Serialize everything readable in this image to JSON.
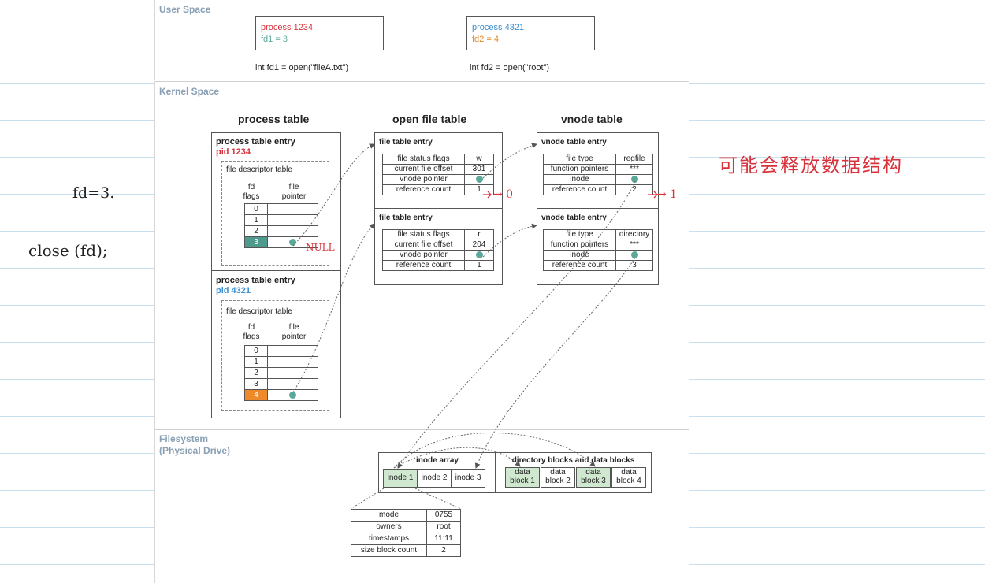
{
  "sections": {
    "user_space": "User Space",
    "kernel_space": "Kernel Space",
    "filesystem_line1": "Filesystem",
    "filesystem_line2": "(Physical Drive)"
  },
  "user_space": {
    "process_a": {
      "name": "process 1234",
      "fd": "fd1 = 3",
      "call": "int fd1 = open(\"fileA.txt\")"
    },
    "process_b": {
      "name": "process 4321",
      "fd": "fd2 = 4",
      "call": "int fd2 = open(\"root\")"
    }
  },
  "kernel": {
    "process_table_title": "process table",
    "open_file_table_title": "open file table",
    "vnode_table_title": "vnode table",
    "process_entries": [
      {
        "title": "process table entry",
        "pid": "pid 1234",
        "fdt_title": "file descriptor table",
        "col1": "fd",
        "col1b": "flags",
        "col2": "file",
        "col2b": "pointer",
        "rows": [
          "0",
          "1",
          "2",
          "3"
        ],
        "highlight": "3"
      },
      {
        "title": "process table entry",
        "pid": "pid 4321",
        "fdt_title": "file descriptor table",
        "col1": "fd",
        "col1b": "flags",
        "col2": "file",
        "col2b": "pointer",
        "rows": [
          "0",
          "1",
          "2",
          "3",
          "4"
        ],
        "highlight": "4"
      }
    ],
    "file_entries": [
      {
        "title": "file table entry",
        "rows": [
          [
            "file status flags",
            "w"
          ],
          [
            "current file offset",
            "301"
          ],
          [
            "vnode pointer",
            ""
          ],
          [
            "reference count",
            "1"
          ]
        ]
      },
      {
        "title": "file table entry",
        "rows": [
          [
            "file status flags",
            "r"
          ],
          [
            "current file offset",
            "204"
          ],
          [
            "vnode pointer",
            ""
          ],
          [
            "reference count",
            "1"
          ]
        ]
      }
    ],
    "vnode_entries": [
      {
        "title": "vnode table entry",
        "rows": [
          [
            "file type",
            "regfile"
          ],
          [
            "function pointers",
            "***"
          ],
          [
            "inode",
            ""
          ],
          [
            "reference count",
            "2"
          ]
        ]
      },
      {
        "title": "vnode table entry",
        "rows": [
          [
            "file type",
            "directory"
          ],
          [
            "function pointers",
            "***"
          ],
          [
            "inode",
            ""
          ],
          [
            "reference count",
            "3"
          ]
        ]
      }
    ]
  },
  "filesystem": {
    "inode_array_title": "inode array",
    "inodes": [
      "inode 1",
      "inode 2",
      "inode 3"
    ],
    "blocks_title": "directory blocks and data blocks",
    "blocks": [
      [
        "data",
        "block 1"
      ],
      [
        "data",
        "block 2"
      ],
      [
        "data",
        "block 3"
      ],
      [
        "data",
        "block 4"
      ]
    ],
    "inode_detail": [
      [
        "mode",
        "0755"
      ],
      [
        "owners",
        "root"
      ],
      [
        "timestamps",
        "11:11"
      ],
      [
        "size block count",
        "2"
      ]
    ]
  },
  "annotations": {
    "fd_note": "fd=3.",
    "close_call": "close (fd);",
    "null_note": "NULL",
    "refcount_file": "→ 0",
    "refcount_vnode": "→ 1",
    "chinese_note": "可能会释放数据结构"
  },
  "colors": {
    "pid_a": "#d8323c",
    "pid_b": "#3b8fd0",
    "fd_a": "#5aa89a",
    "fd_b": "#e08a2a",
    "highlight_teal": "#4f9a8c",
    "highlight_orange": "#ef8a2a",
    "green_cell": "#cfe8cf",
    "handwriting_red": "#d8323c"
  }
}
